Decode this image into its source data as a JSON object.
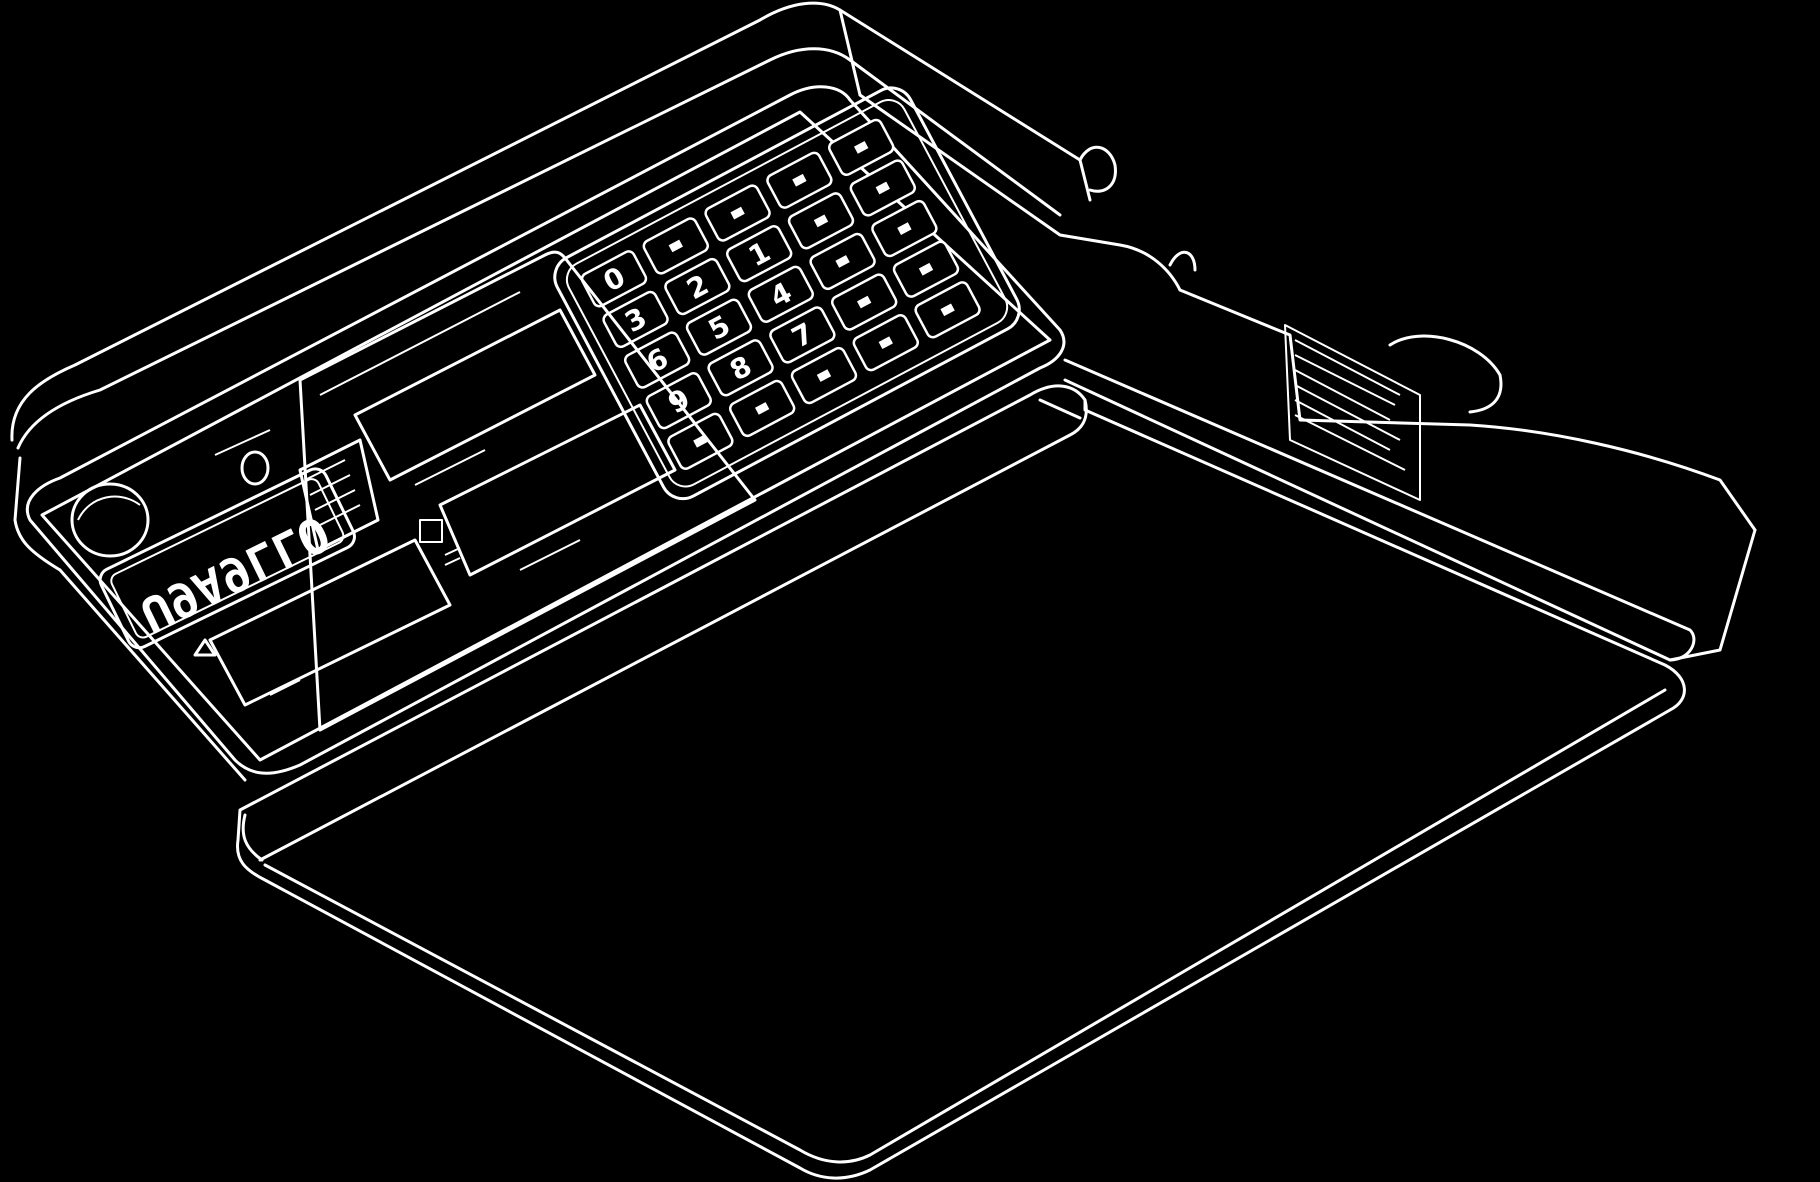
{
  "figure": {
    "subject_icon": "weighing-scale-line-drawing",
    "background": "#000000",
    "line_color": "#ffffff"
  },
  "display": {
    "readout": "U9A9LLO"
  },
  "keypad": {
    "keys": [
      "0",
      "3",
      "2",
      "1",
      "6",
      "5",
      "4",
      "9",
      "8",
      "7"
    ]
  }
}
